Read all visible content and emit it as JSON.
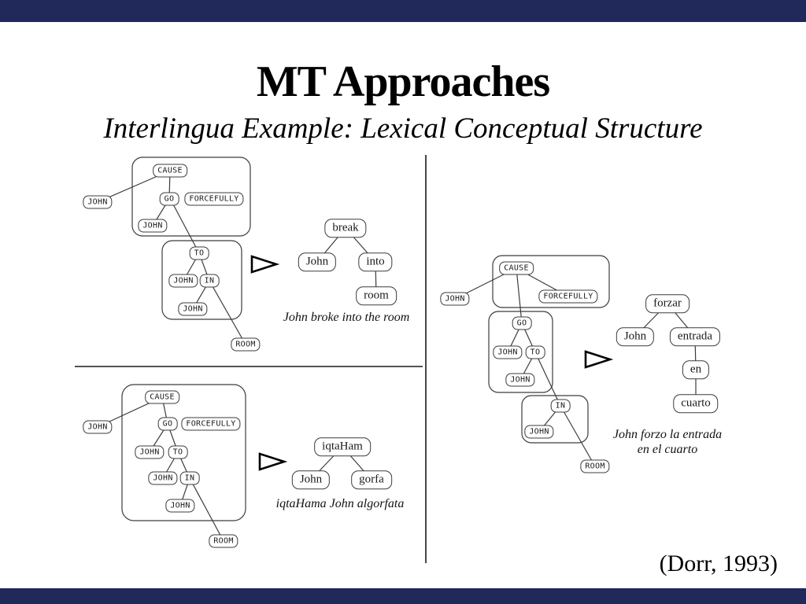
{
  "slide": {
    "title": "MT Approaches",
    "subtitle": "Interlingua Example: Lexical Conceptual Structure",
    "citation": "(Dorr, 1993)",
    "bar_color": "#20295a"
  },
  "english": {
    "lcs": [
      "CAUSE",
      "JOHN",
      "GO",
      "FORCEFULLY",
      "JOHN",
      "TO",
      "JOHN",
      "IN",
      "JOHN",
      "ROOM"
    ],
    "words": {
      "root": "break",
      "left": "John",
      "right": "into",
      "grandchild": "room"
    },
    "caption": "John broke into the room"
  },
  "arabic": {
    "lcs": [
      "CAUSE",
      "JOHN",
      "GO",
      "FORCEFULLY",
      "JOHN",
      "TO",
      "JOHN",
      "IN",
      "JOHN",
      "ROOM"
    ],
    "words": {
      "root": "iqtaHam",
      "left": "John",
      "right": "gorfa"
    },
    "caption": "iqtaHama John algorfata"
  },
  "spanish": {
    "lcs": [
      "CAUSE",
      "JOHN",
      "FORCEFULLY",
      "GO",
      "JOHN",
      "TO",
      "JOHN",
      "IN",
      "JOHN",
      "ROOM"
    ],
    "words": {
      "root": "forzar",
      "left": "John",
      "right": "entrada",
      "grandchild": "en",
      "greatgrandchild": "cuarto"
    },
    "caption_line1": "John forzo la entrada",
    "caption_line2": "en el cuarto"
  }
}
